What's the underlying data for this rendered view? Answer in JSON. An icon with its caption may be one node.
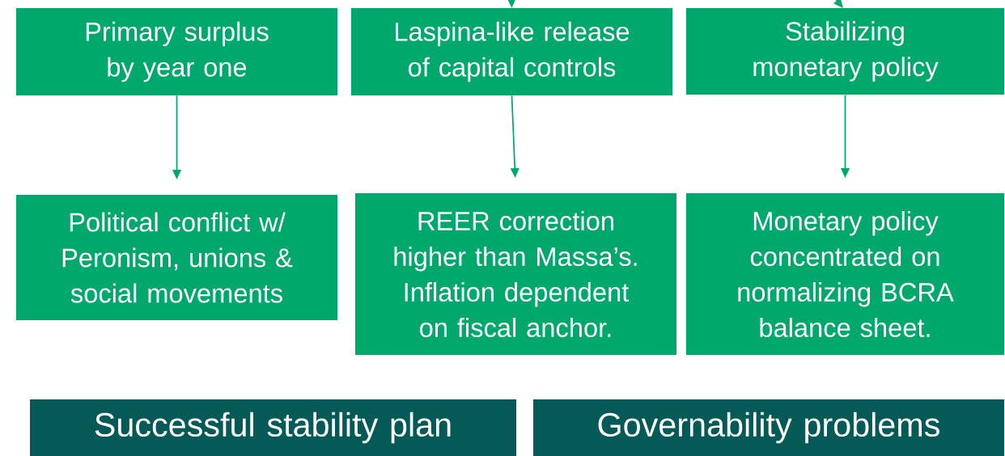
{
  "diagram": {
    "nodes": [
      {
        "text": [
          "Primary surplus by year one"
        ]
      },
      {
        "text": [
          "Laspina-like release of capital controls"
        ]
      },
      {
        "text": [
          "Stabilizing monetary policy"
        ]
      },
      {
        "text": [
          "Political conflict w/ Peronism, unions & social movements"
        ]
      },
      {
        "text": [
          "REER correction higher than Massa’s. Inflation dependent on fiscal anchor."
        ]
      },
      {
        "text": [
          "Monetary policy concentrated on normalizing BCRA balance sheet."
        ]
      },
      {
        "text": [
          "Successful stability plan"
        ]
      },
      {
        "text": [
          "Governability problems"
        ]
      }
    ],
    "edges": [
      {
        "from": null,
        "to": 1,
        "arrow": "to"
      },
      {
        "from": null,
        "to": 2,
        "arrow": "to"
      },
      {
        "from": 0,
        "to": 3,
        "arrow": "to"
      },
      {
        "from": 1,
        "to": 4,
        "arrow": "to"
      },
      {
        "from": 2,
        "to": 5,
        "arrow": "to"
      }
    ]
  }
}
